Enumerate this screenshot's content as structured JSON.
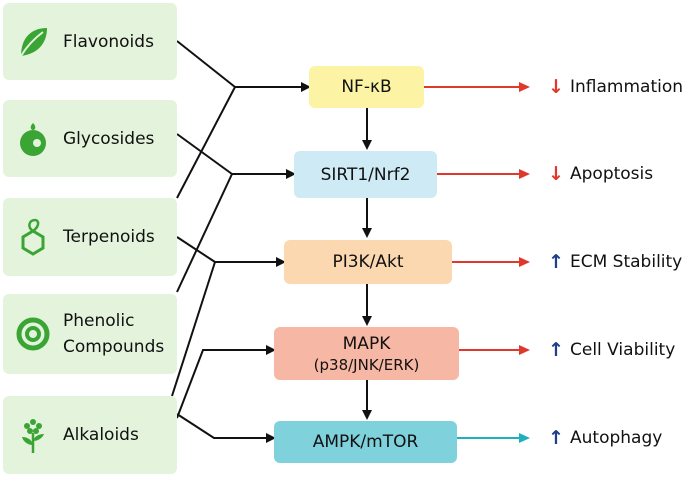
{
  "compounds": [
    {
      "label": "Flavonoids",
      "icon": "leaf-icon"
    },
    {
      "label": "Glycosides",
      "icon": "seed-drop-icon"
    },
    {
      "label": "Terpenoids",
      "icon": "hexagon-sprout-icon"
    },
    {
      "label": "Phenolic Compounds",
      "line1": "Phenolic",
      "line2": "Compounds",
      "icon": "concentric-ring-icon"
    },
    {
      "label": "Alkaloids",
      "icon": "flower-plant-icon"
    }
  ],
  "pathways": [
    {
      "label": "NF-κB",
      "color": "#fdf3a4"
    },
    {
      "label": "SIRT1/Nrf2",
      "color": "#cdeaf5"
    },
    {
      "label": "PI3K/Akt",
      "color": "#fbd8b0"
    },
    {
      "label": "MAPK",
      "sub": "(p38/JNK/ERK)",
      "color": "#f7b7a5"
    },
    {
      "label": "AMPK/mTOR",
      "color": "#7fd1dc"
    }
  ],
  "outcomes": [
    {
      "label": "Inflammation",
      "direction": "↓",
      "arrow_color": "#e0392b"
    },
    {
      "label": "Apoptosis",
      "direction": "↓",
      "arrow_color": "#e0392b"
    },
    {
      "label": "ECM Stability",
      "direction": "↑",
      "arrow_color": "#e0392b"
    },
    {
      "label": "Cell Viability",
      "direction": "↑",
      "arrow_color": "#e0392b"
    },
    {
      "label": "Autophagy",
      "direction": "↑",
      "arrow_color": "#1fb0c0"
    }
  ],
  "colors": {
    "compound_bg": "#e4f3dc",
    "icon_green": "#3aa535",
    "down": "#e0392b",
    "up": "#1c3f8c"
  }
}
